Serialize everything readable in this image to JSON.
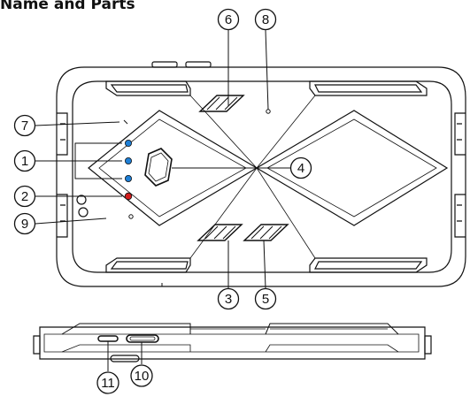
{
  "title": "Name and Parts",
  "callouts": {
    "c1": "1",
    "c2": "2",
    "c3": "3",
    "c4": "4",
    "c5": "5",
    "c6": "6",
    "c7": "7",
    "c8": "8",
    "c9": "9",
    "c10": "10",
    "c11": "11"
  },
  "colors": {
    "indicator_blue": "#1e7fd6",
    "indicator_red": "#d11c1c",
    "line": "#111111"
  }
}
